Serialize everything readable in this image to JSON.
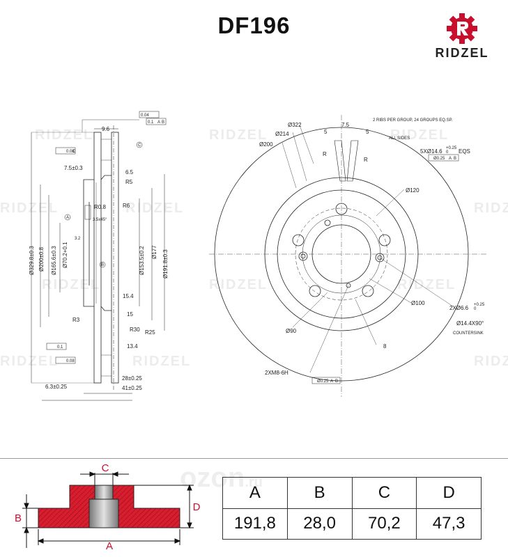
{
  "header": {
    "part_number": "DF196"
  },
  "brand": {
    "name": "RIDZEL",
    "color": "#c8102e"
  },
  "watermark": {
    "text": "RIDZEL",
    "site": "ozon",
    "site_tld": ".ru"
  },
  "drawing": {
    "section_dims": [
      "9.6",
      "7.5±0.3",
      "6.5",
      "R5",
      "R0.8",
      "R6",
      "3.5x45°",
      "3.2",
      "Ø329.8±0.3",
      "Ø200±0.8",
      "Ø165.6±0.3",
      "Ø70.2+0.1",
      "Ø153.5±0.2",
      "Ø177",
      "Ø191.8±0.3",
      "15.4",
      "R3",
      "15",
      "R30",
      "R25",
      "13.4",
      "28±0.25",
      "41±0.25",
      "6.3±0.25"
    ],
    "tolerance_frames": [
      "0.04",
      "0.1",
      "A",
      "B",
      "C",
      "0.08",
      "0.1",
      "0.08"
    ],
    "datum_labels": [
      "A",
      "B",
      "C"
    ],
    "front_dims": [
      "Ø322",
      "Ø214",
      "Ø200",
      "7.5",
      "5",
      "5",
      "R",
      "R",
      "Ø120",
      "Ø100",
      "Ø90",
      "8"
    ],
    "notes": {
      "ribs_line1": "2 RIBS PER GROUP, 24 GROUPS EQ.SP.",
      "ribs_line2": "ALL SIDES",
      "bolt_holes": "5XØ14.6",
      "bolt_tol": "+0.25",
      "bolt_tol_low": "0",
      "eqs": "EQS",
      "pos_frame": "Ø0.25",
      "pos_frame_a": "A",
      "pos_frame_b": "B",
      "pin_holes": "2XØ6.6",
      "pin_tol": "+0.25",
      "pin_tol_low": "0",
      "countersink": "Ø14.4X90°",
      "countersink_label": "COUNTERSINK",
      "thread": "2XM8-6H",
      "thread_frame": "Ø0.25",
      "thread_frame_a": "A",
      "thread_frame_b": "B"
    }
  },
  "profile_labels": {
    "a": "A",
    "b": "B",
    "c": "C",
    "d": "D"
  },
  "specs": {
    "headers": [
      "A",
      "B",
      "C",
      "D"
    ],
    "values": [
      "191,8",
      "28,0",
      "70,2",
      "47,3"
    ]
  }
}
